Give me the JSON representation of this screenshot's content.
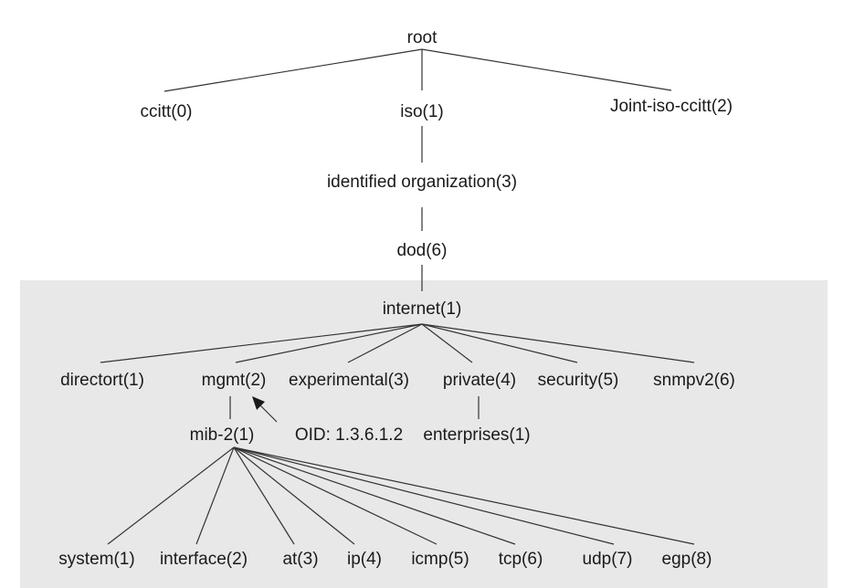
{
  "diagram": {
    "type": "tree",
    "nodes": {
      "root": "root",
      "ccitt": "ccitt(0)",
      "iso": "iso(1)",
      "joint": "Joint-iso-ccitt(2)",
      "org": "identified organization(3)",
      "dod": "dod(6)",
      "internet": "internet(1)",
      "directory": "directort(1)",
      "mgmt": "mgmt(2)",
      "experimental": "experimental(3)",
      "private": "private(4)",
      "security": "security(5)",
      "snmpv2": "snmpv2(6)",
      "mib2": "mib-2(1)",
      "enterprises": "enterprises(1)",
      "system": "system(1)",
      "interface": "interface(2)",
      "at": "at(3)",
      "ip": "ip(4)",
      "icmp": "icmp(5)",
      "tcp": "tcp(6)",
      "udp": "udp(7)",
      "egp": "egp(8)"
    },
    "annotation": "OID: 1.3.6.1.2",
    "edges": [
      [
        "root",
        "ccitt"
      ],
      [
        "root",
        "iso"
      ],
      [
        "root",
        "joint"
      ],
      [
        "iso",
        "org"
      ],
      [
        "org",
        "dod"
      ],
      [
        "dod",
        "internet"
      ],
      [
        "internet",
        "directory"
      ],
      [
        "internet",
        "mgmt"
      ],
      [
        "internet",
        "experimental"
      ],
      [
        "internet",
        "private"
      ],
      [
        "internet",
        "security"
      ],
      [
        "internet",
        "snmpv2"
      ],
      [
        "mgmt",
        "mib2"
      ],
      [
        "private",
        "enterprises"
      ],
      [
        "mib2",
        "system"
      ],
      [
        "mib2",
        "interface"
      ],
      [
        "mib2",
        "at"
      ],
      [
        "mib2",
        "ip"
      ],
      [
        "mib2",
        "icmp"
      ],
      [
        "mib2",
        "tcp"
      ],
      [
        "mib2",
        "udp"
      ],
      [
        "mib2",
        "egp"
      ]
    ],
    "colors": {
      "shaded_region": "#e8e8e8",
      "line": "#333333",
      "text": "#1a1a1a"
    }
  }
}
